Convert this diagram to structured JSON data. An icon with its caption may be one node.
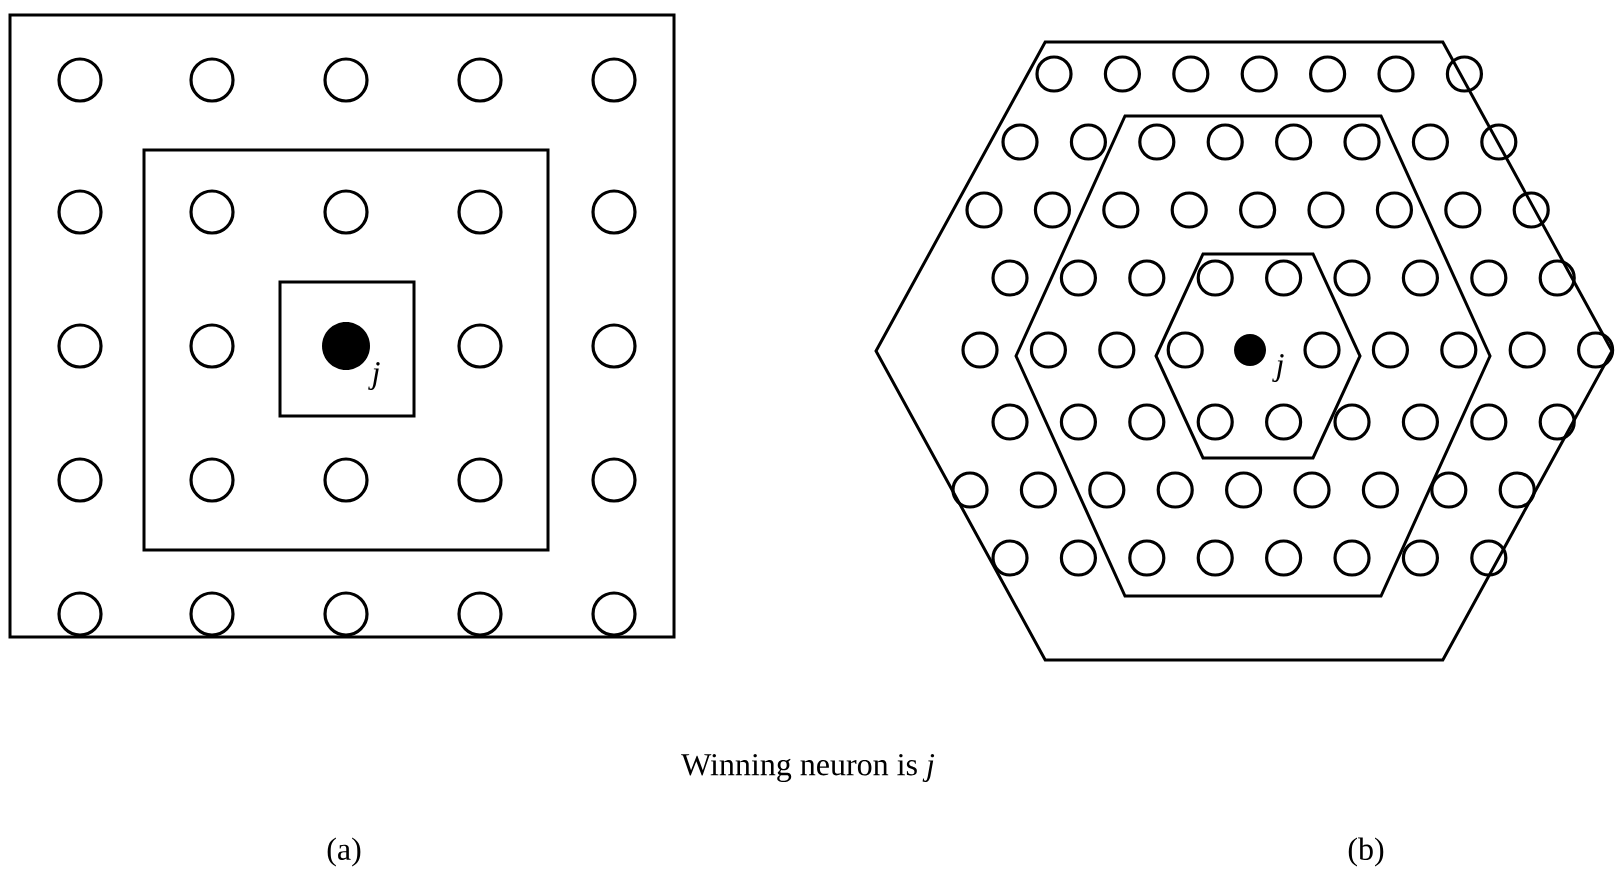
{
  "diagram": {
    "nodes": [
      {
        "text": [],
        "shape": "box"
      },
      {
        "text": [],
        "shape": "box",
        "in": 0
      },
      {
        "text": [],
        "shape": "box",
        "in": 1
      },
      {
        "text": [],
        "shape": "circle",
        "in": 2,
        "beside": [
          "j"
        ]
      },
      {
        "text": [],
        "shape": "hexagon"
      },
      {
        "text": [],
        "shape": "hexagon",
        "in": 4
      },
      {
        "text": [],
        "shape": "hexagon",
        "in": 5
      },
      {
        "text": [],
        "shape": "circle",
        "in": 6,
        "beside": [
          "j"
        ]
      }
    ],
    "labels": [
      "Winning neuron is *j*",
      "(a)",
      "(b)"
    ]
  }
}
